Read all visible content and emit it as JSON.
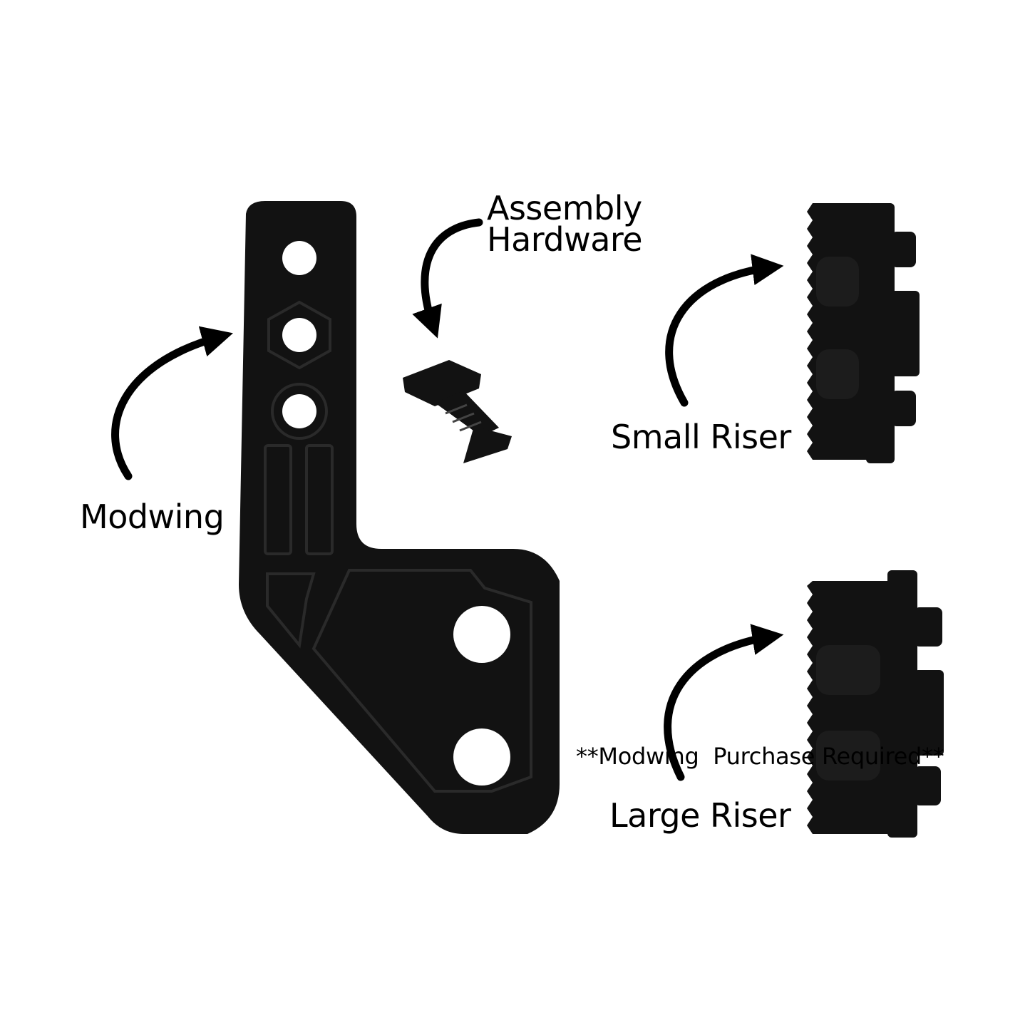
{
  "labels": {
    "assembly_line1": "Assembly",
    "assembly_line2": "Hardware",
    "modwing": "Modwing",
    "small_riser": "Small Riser",
    "large_riser": "Large Riser"
  },
  "footnote": "**Modwing  Purchase Required**",
  "colors": {
    "background": "#ffffff",
    "part": "#121212",
    "arrow": "#000000"
  }
}
